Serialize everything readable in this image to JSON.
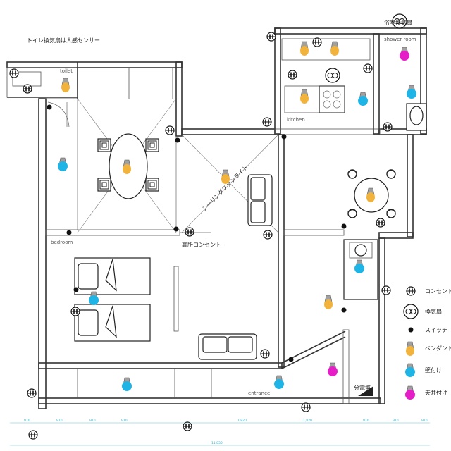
{
  "labels": {
    "toilet_fan_note": "トイレ換気扇は人感センサー",
    "bath_fan": "浴室換気扇",
    "shower_room": "shower room",
    "toilet": "toilet",
    "kitchen": "kitchen",
    "bedroom": "bedroom",
    "high_outlet": "高所コンセント",
    "ceiling_light": "シーリングファンライト",
    "entrance": "entrance",
    "breaker_panel": "分電盤"
  },
  "legend": [
    {
      "symbol": "outlet",
      "label": "コンセント"
    },
    {
      "symbol": "fan",
      "label": "換気扇"
    },
    {
      "symbol": "switch",
      "label": "スイッチ"
    },
    {
      "symbol": "pendant",
      "label": "ペンダント"
    },
    {
      "symbol": "wall",
      "label": "壁付け"
    },
    {
      "symbol": "ceiling",
      "label": "天井付け"
    }
  ],
  "colors": {
    "pendant": "#f2b33c",
    "wall_light": "#1fb4e6",
    "ceiling_light": "#e61ec8",
    "dimension": "#3ab0c8"
  },
  "dimensions": [
    "910",
    "910",
    "910",
    "910",
    "1,820",
    "1,820",
    "910",
    "910",
    "910"
  ],
  "total_dimension": "11,830"
}
